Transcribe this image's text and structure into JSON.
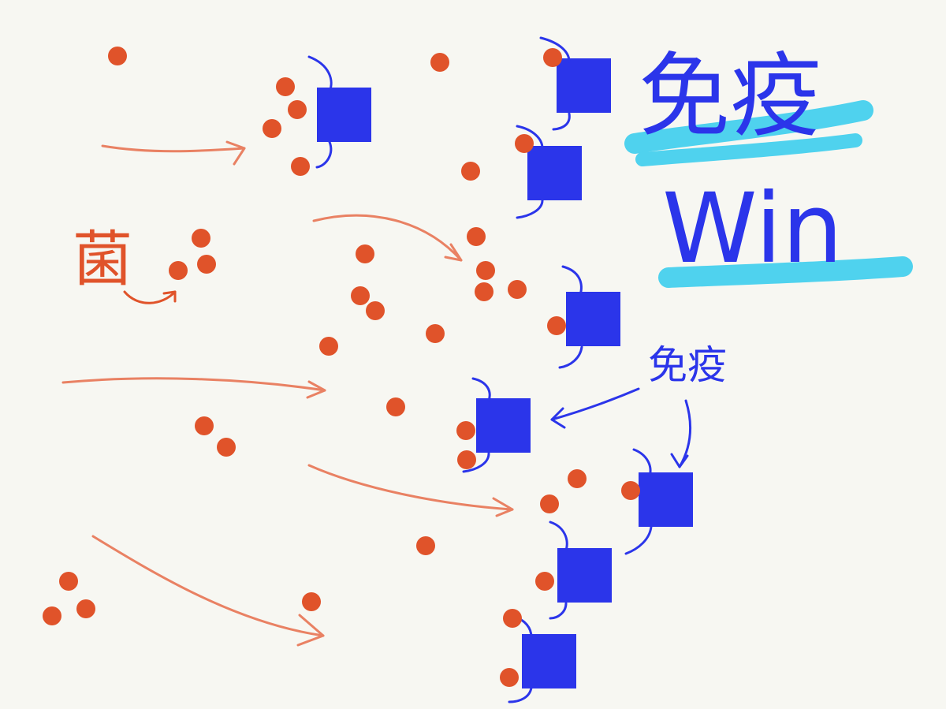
{
  "labels": {
    "bacteria": "菌",
    "immune_title": "免疫",
    "win": "Win",
    "immune_callout": "免疫"
  },
  "colors": {
    "bacteria_dot": "#e0532a",
    "immune_cell": "#2b35ea",
    "arrow_orange": "#e98163",
    "highlight_cyan": "#4fd2ee",
    "text_blue": "#2b35ea",
    "text_orange": "#e0532a",
    "background": "#f7f7f2"
  },
  "icons": {
    "bacteria": "filled-circle",
    "immune_cell": "filled-square-with-antenna-strokes",
    "flow": "hand-drawn-arrow"
  }
}
